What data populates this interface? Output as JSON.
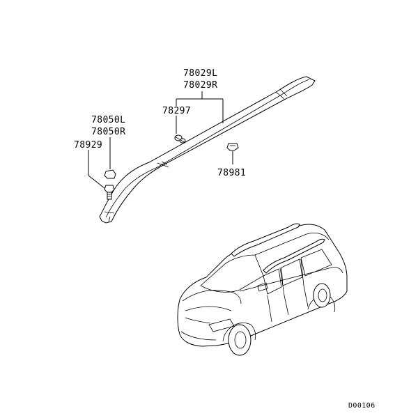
{
  "labels": {
    "rail_left": "78029L",
    "rail_right": "78029R",
    "clip": "78297",
    "end_cover_left": "78050L",
    "end_cover_right": "78050R",
    "bolt": "78929",
    "nut": "78981"
  },
  "footer": {
    "drawing_code": "D00106"
  }
}
